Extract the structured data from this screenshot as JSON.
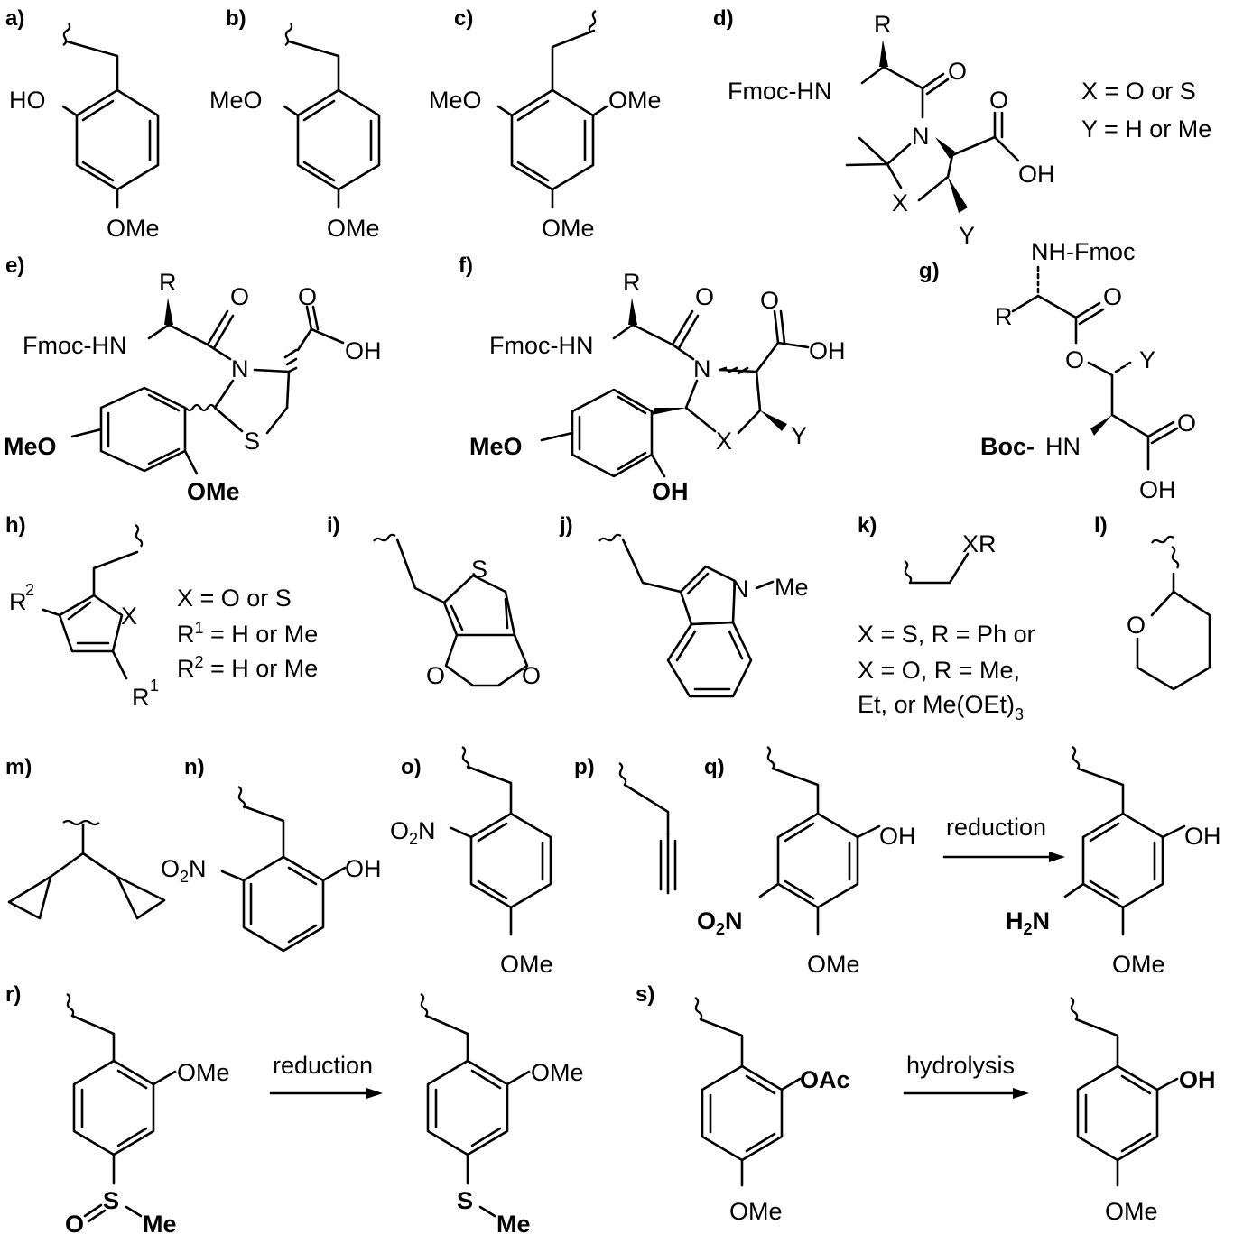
{
  "panels": {
    "a": {
      "label": "a)",
      "HO": "HO",
      "OMe": "OMe"
    },
    "b": {
      "label": "b)",
      "MeO": "MeO",
      "OMe": "OMe"
    },
    "c": {
      "label": "c)",
      "MeO": "MeO",
      "OMe_right": "OMe",
      "OMe": "OMe"
    },
    "d": {
      "label": "d)",
      "R": "R",
      "O": "O",
      "FmocHN": "Fmoc-HN",
      "N": "N",
      "O2": "O",
      "OH": "OH",
      "X": "X",
      "Y": "Y",
      "note1": "X = O or S",
      "note2": "Y = H or Me"
    },
    "e": {
      "label": "e)",
      "R": "R",
      "O": "O",
      "O2": "O",
      "FmocHN": "Fmoc-HN",
      "OH": "OH",
      "N": "N",
      "S": "S",
      "MeO": "MeO",
      "OMe": "OMe"
    },
    "f": {
      "label": "f)",
      "R": "R",
      "O": "O",
      "O2": "O",
      "FmocHN": "Fmoc-HN",
      "OH": "OH",
      "N": "N",
      "X": "X",
      "Y": "Y",
      "MeO": "MeO",
      "OH2": "OH"
    },
    "g": {
      "label": "g)",
      "NHFmoc": "NH-Fmoc",
      "R": "R",
      "O": "O",
      "O2": "O",
      "Y": "Y",
      "BocHN_bold": "Boc-",
      "BocHN": "HN",
      "O3": "O",
      "OH": "OH"
    },
    "h": {
      "label": "h)",
      "R": "R",
      "sup2": "2",
      "X": "X",
      "R1": "R",
      "sup1": "1",
      "note1": "X = O or S",
      "note2a": "R",
      "note2sup": "1",
      "note2b": " = H or Me",
      "note3a": "R",
      "note3sup": "2",
      "note3b": " = H or Me"
    },
    "i": {
      "label": "i)",
      "S": "S",
      "O1": "O",
      "O2": "O"
    },
    "j": {
      "label": "j)",
      "N": "N",
      "Me": "Me"
    },
    "k": {
      "label": "k)",
      "XR": "XR",
      "note1": "X = S, R = Ph or",
      "note2": "X = O, R = Me,",
      "note3a": "Et, or Me(OEt)",
      "note3sub": "3"
    },
    "l": {
      "label": "l)",
      "O": "O"
    },
    "m": {
      "label": "m)"
    },
    "n": {
      "label": "n)",
      "O2N_a": "O",
      "O2N_sub": "2",
      "O2N_b": "N",
      "OH": "OH"
    },
    "o": {
      "label": "o)",
      "O2N_a": "O",
      "O2N_sub": "2",
      "O2N_b": "N",
      "OMe": "OMe"
    },
    "p": {
      "label": "p)"
    },
    "q": {
      "label": "q)",
      "OH": "OH",
      "O2N_a": "O",
      "O2N_sub": "2",
      "O2N_b": "N",
      "OMe": "OMe",
      "arrow": "reduction",
      "OH2": "OH",
      "H2N_a": "H",
      "H2N_sub": "2",
      "H2N_b": "N",
      "OMe2": "OMe"
    },
    "r": {
      "label": "r)",
      "OMe": "OMe",
      "O": "O",
      "S": "S",
      "Me": "Me",
      "arrow": "reduction",
      "OMe2": "OMe",
      "S2": "S",
      "Me2": "Me"
    },
    "s": {
      "label": "s)",
      "OAc": "OAc",
      "OMe": "OMe",
      "arrow": "hydrolysis",
      "OH": "OH",
      "OMe2": "OMe"
    }
  }
}
